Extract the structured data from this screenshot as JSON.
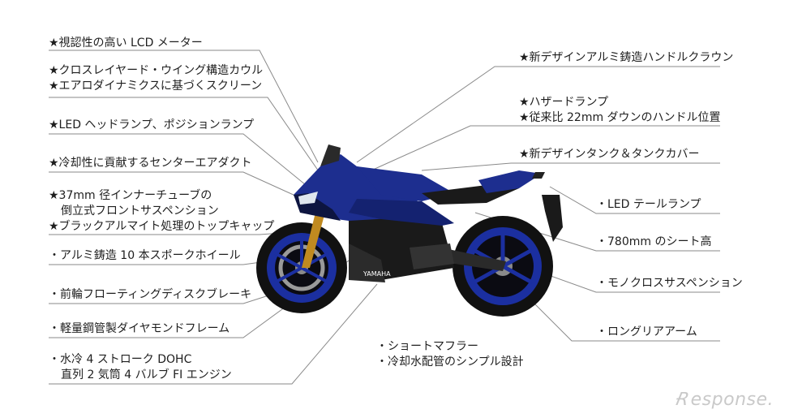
{
  "left_labels": [
    {
      "lines": [
        "★視認性の高い LCD メーター"
      ]
    },
    {
      "lines": [
        "★クロスレイヤード・ウイング構造カウル",
        "★エアロダイナミクスに基づくスクリーン"
      ]
    },
    {
      "lines": [
        "★LED ヘッドランプ、ポジションランプ"
      ]
    },
    {
      "lines": [
        "★冷却性に貢献するセンターエアダクト"
      ]
    },
    {
      "lines": [
        "★37mm 径インナーチューブの",
        "倒立式フロントサスペンション",
        "★ブラックアルマイト処理のトップキャップ"
      ]
    },
    {
      "lines": [
        "・アルミ鋳造 10 本スポークホイール"
      ]
    },
    {
      "lines": [
        "・前輪フローティングディスクブレーキ"
      ]
    },
    {
      "lines": [
        "・軽量鋼管製ダイヤモンドフレーム"
      ]
    },
    {
      "lines": [
        "・水冷 4 ストローク DOHC",
        "直列 2 気筒 4 バルブ FI エンジン"
      ]
    }
  ],
  "right_labels": [
    {
      "lines": [
        "★新デザインアルミ鋳造ハンドルクラウン"
      ]
    },
    {
      "lines": [
        "★ハザードランプ",
        "★従来比 22mm ダウンのハンドル位置"
      ]
    },
    {
      "lines": [
        "★新デザインタンク＆タンクカバー"
      ]
    },
    {
      "lines": [
        "・LED テールランプ"
      ]
    },
    {
      "lines": [
        "・780mm のシート高"
      ]
    },
    {
      "lines": [
        "・モノクロスサスペンション"
      ]
    },
    {
      "lines": [
        "・ロングリアアーム"
      ]
    }
  ],
  "bottom_label": {
    "lines": [
      "・ショートマフラー",
      "・冷却水配管のシンプル設計"
    ]
  },
  "bike": {
    "brand_text": "YAMAHA",
    "body_color": "#1d2e8f",
    "wheel_color": "#1b2fa0"
  },
  "watermark": {
    "text": "esponse."
  }
}
